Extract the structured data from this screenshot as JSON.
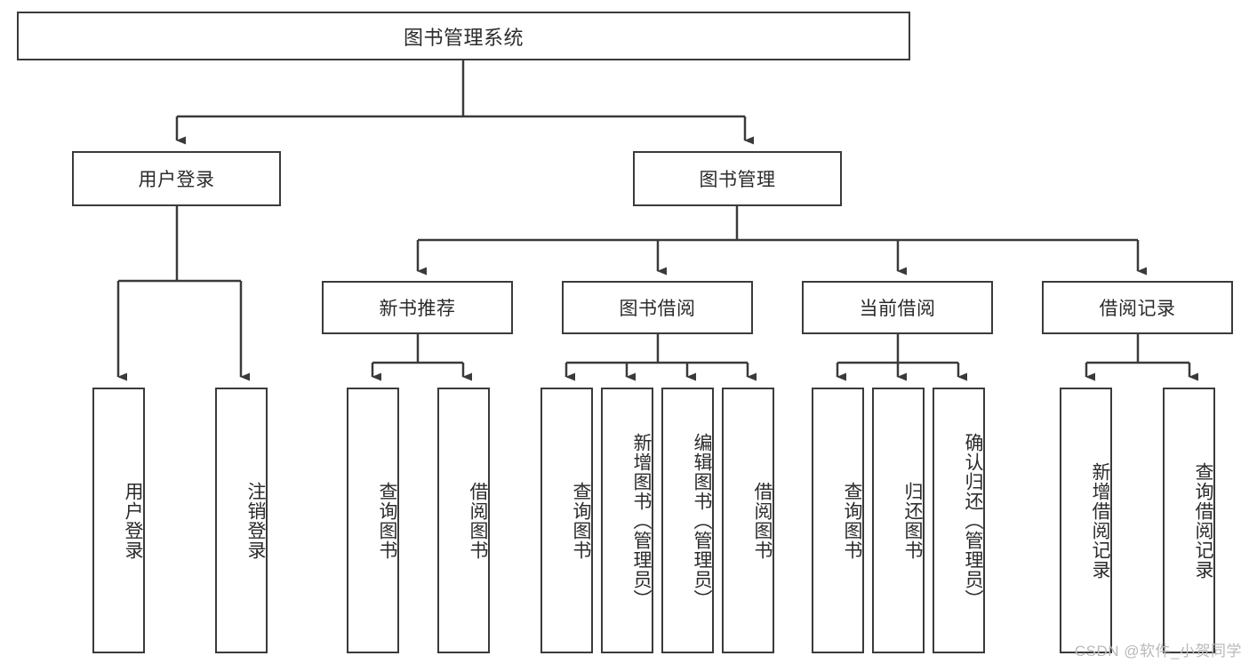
{
  "diagram": {
    "title": "图书管理系统",
    "type": "tree-hierarchy",
    "stroke_color": "#3a3a3a",
    "fill_color": "#ffffff",
    "text_color": "#2b2b2b"
  },
  "levels": {
    "root": {
      "label": "图书管理系统"
    },
    "level2": [
      {
        "label": "用户登录"
      },
      {
        "label": "图书管理"
      }
    ],
    "level3": [
      {
        "label": "新书推荐"
      },
      {
        "label": "图书借阅"
      },
      {
        "label": "当前借阅"
      },
      {
        "label": "借阅记录"
      }
    ],
    "leaves": {
      "user_login": [
        {
          "label": "用户登录"
        },
        {
          "label": "注销登录"
        }
      ],
      "new_books": [
        {
          "label": "查询图书"
        },
        {
          "label": "借阅图书"
        }
      ],
      "book_borrow": [
        {
          "label": "查询图书"
        },
        {
          "label": "新增图书（管理员）"
        },
        {
          "label": "编辑图书（管理员）"
        },
        {
          "label": "借阅图书"
        }
      ],
      "current_borrow": [
        {
          "label": "查询图书"
        },
        {
          "label": "归还图书"
        },
        {
          "label": "确认归还（管理员）"
        }
      ],
      "borrow_records": [
        {
          "label": "新增借阅记录"
        },
        {
          "label": "查询借阅记录"
        }
      ]
    }
  },
  "watermark": {
    "text": "CSDN @软件_小贺同学"
  }
}
